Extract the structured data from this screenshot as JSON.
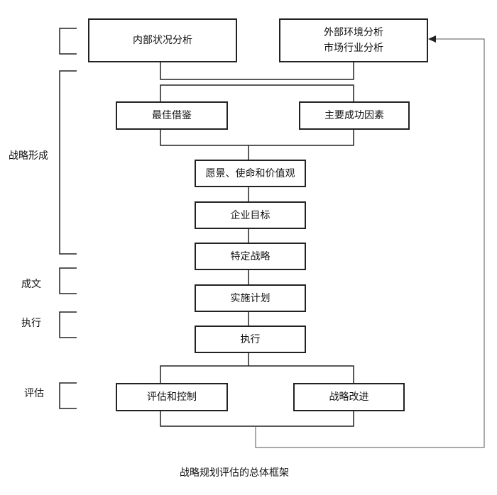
{
  "boxes": {
    "internal_analysis": "内部状况分析",
    "external_analysis_line1": "外部环境分析",
    "external_analysis_line2": "市场行业分析",
    "best_practice": "最佳借鉴",
    "key_success_factors": "主要成功因素",
    "vision_mission_values": "愿景、使命和价值观",
    "corporate_goals": "企业目标",
    "specific_strategy": "特定战略",
    "implementation_plan": "实施计划",
    "execution": "执行",
    "evaluation_control": "评估和控制",
    "strategy_improvement": "战略改进"
  },
  "phases": {
    "formation": "战略形成",
    "documentation": "成文",
    "execution": "执行",
    "evaluation": "评估"
  },
  "caption": "战略规划评估的总体框架",
  "colors": {
    "line": "#222222",
    "feedback_line": "#555555"
  }
}
